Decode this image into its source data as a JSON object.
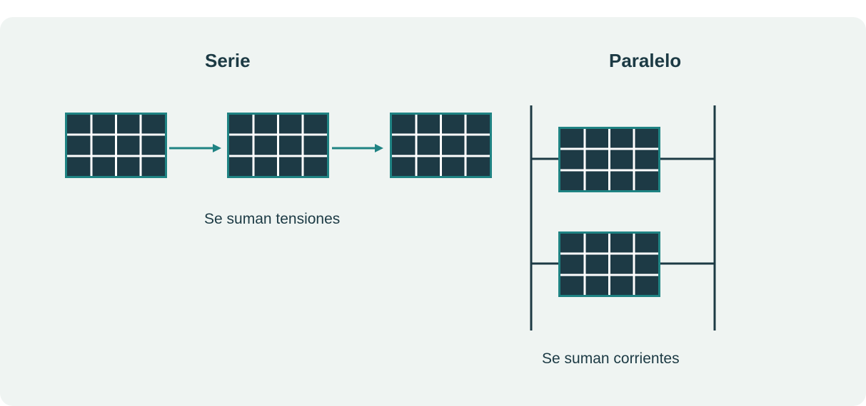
{
  "serie": {
    "title": "Serie",
    "caption": "Se suman tensiones"
  },
  "paralelo": {
    "title": "Paralelo",
    "caption": "Se suman corrientes"
  },
  "colors": {
    "background": "#eff4f2",
    "text": "#1c3a44",
    "panel_fill": "#1d3a45",
    "panel_border": "#1f8383",
    "connector": "#1f8383",
    "bus_line": "#1c3a44",
    "grid_line": "#ffffff"
  },
  "icons": {
    "panel": "solar-panel-icon",
    "connector": "arrow-right-icon"
  }
}
